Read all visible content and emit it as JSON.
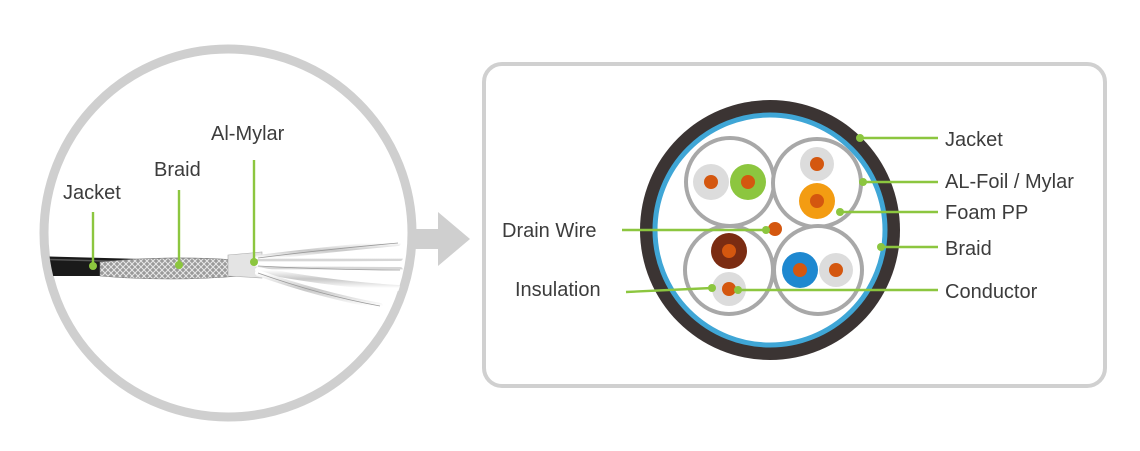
{
  "left_labels": {
    "jacket": "Jacket",
    "braid": "Braid",
    "al_mylar": "Al-Mylar"
  },
  "cross_section_labels": {
    "jacket": "Jacket",
    "al_foil_mylar": "AL-Foil / Mylar",
    "foam_pp": "Foam PP",
    "braid": "Braid",
    "conductor": "Conductor",
    "drain_wire": "Drain Wire",
    "insulation": "Insulation"
  },
  "colors": {
    "leader": "#8cc63f",
    "jacket": "#3b3433",
    "braid_ring": "#3fa6d6",
    "frame": "#cfcfcf",
    "copper": "#d4570f",
    "green_insulation": "#8cc63f",
    "orange_insulation": "#f39c12",
    "brown_insulation": "#7b2c12",
    "blue_insulation": "#1e88d0",
    "white_insulation": "#dcdcdc"
  }
}
